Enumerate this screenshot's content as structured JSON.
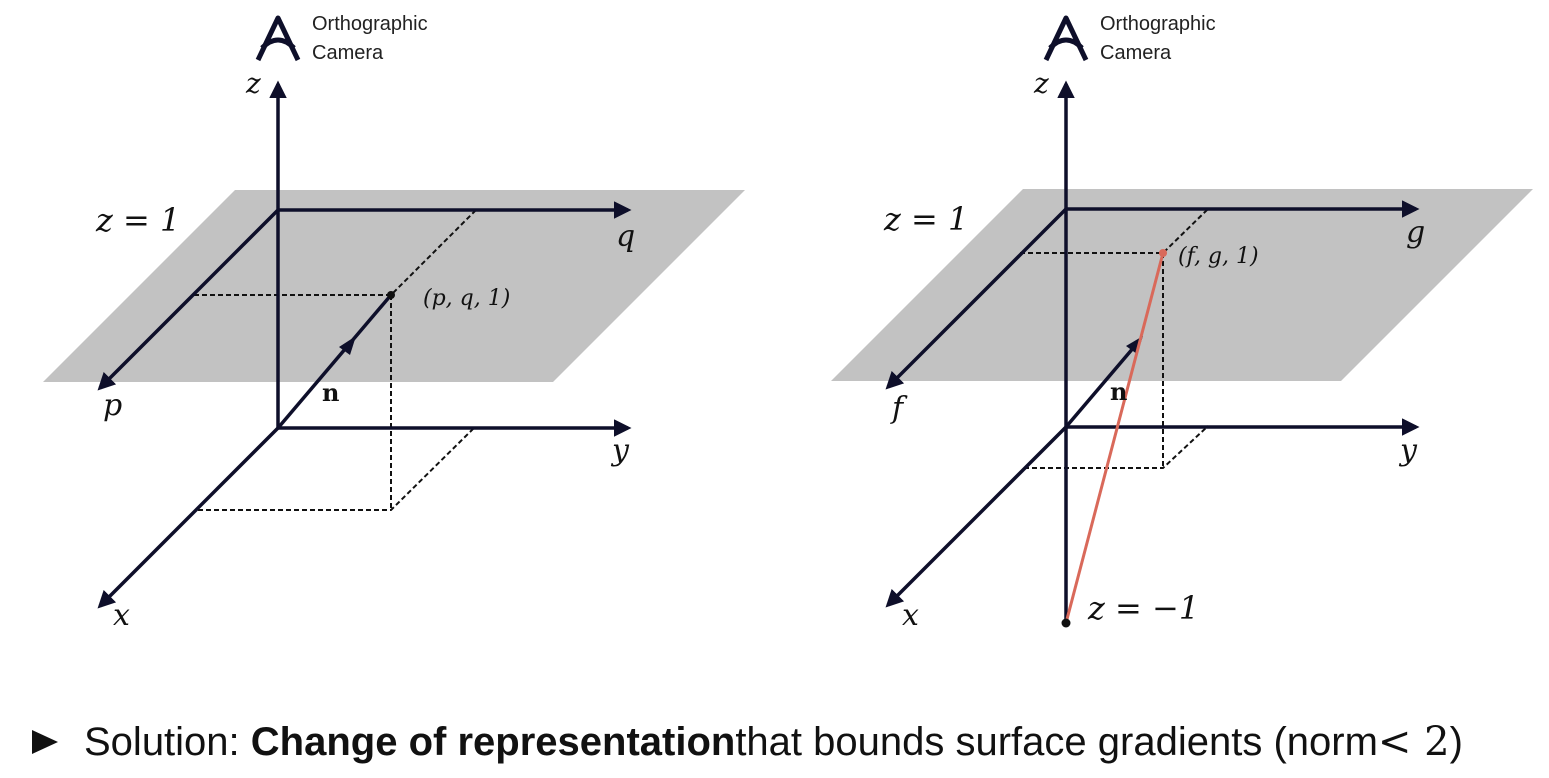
{
  "colors": {
    "axis": "#0e0f2a",
    "plane": "#c2c2c2",
    "red_line": "#d9695a"
  },
  "left_diagram": {
    "camera_label": [
      "Orthographic",
      "Camera"
    ],
    "labels": {
      "z": "z",
      "plane": "z = 1",
      "q": "q",
      "p": "p",
      "point": "(p, q, 1)",
      "normal": "n",
      "y": "y",
      "x": "x"
    }
  },
  "right_diagram": {
    "camera_label": [
      "Orthographic",
      "Camera"
    ],
    "labels": {
      "z": "z",
      "plane": "z = 1",
      "g": "g",
      "f": "f",
      "point": "(f, g, 1)",
      "normal": "n",
      "y": "y",
      "x": "x",
      "origin": "z = −1"
    }
  },
  "bullet": {
    "prefix": "Solution: ",
    "bold": "Change of representation",
    "middle": " that bounds surface gradients (norm ",
    "math": "< 2",
    "suffix": ")"
  }
}
